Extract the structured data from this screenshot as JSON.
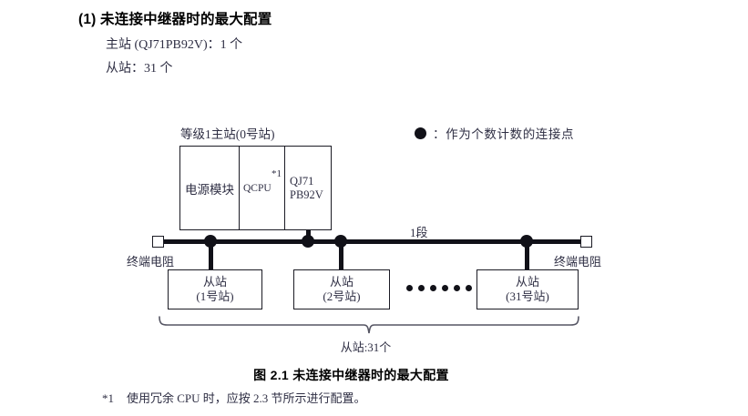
{
  "section": {
    "title": "(1) 未连接中继器时的最大配置",
    "master_line": "主站 (QJ71PB92V)：1 个",
    "slave_line": "从站：31 个"
  },
  "legend": {
    "icon": "filled-circle-icon",
    "text": "：作为个数计数的连接点"
  },
  "diagram": {
    "master_label": "等级1主站(0号站)",
    "rack": {
      "power_module": "电源模块",
      "cpu": "QCPU",
      "cpu_footnote_mark": "*1",
      "network_module": "QJ71\nPB92V"
    },
    "segment_label": "1段",
    "terminator_left": "终端电阻",
    "terminator_right": "终端电阻",
    "slaves": [
      {
        "name": "从站",
        "station": "(1号站)"
      },
      {
        "name": "从站",
        "station": "(2号站)"
      },
      {
        "name": "从站",
        "station": "(31号站)"
      }
    ],
    "ellipsis_dot_count": 6,
    "brace_label": "从站:31个"
  },
  "caption": "图 2.1  未连接中继器时的最大配置",
  "footnote": {
    "mark": "*1",
    "text": "使用冗余 CPU 时，应按 2.3 节所示进行配置。"
  },
  "colors": {
    "ink": "#2f2f44",
    "line": "#111118",
    "heading": "#000000",
    "page": "#ffffff"
  }
}
